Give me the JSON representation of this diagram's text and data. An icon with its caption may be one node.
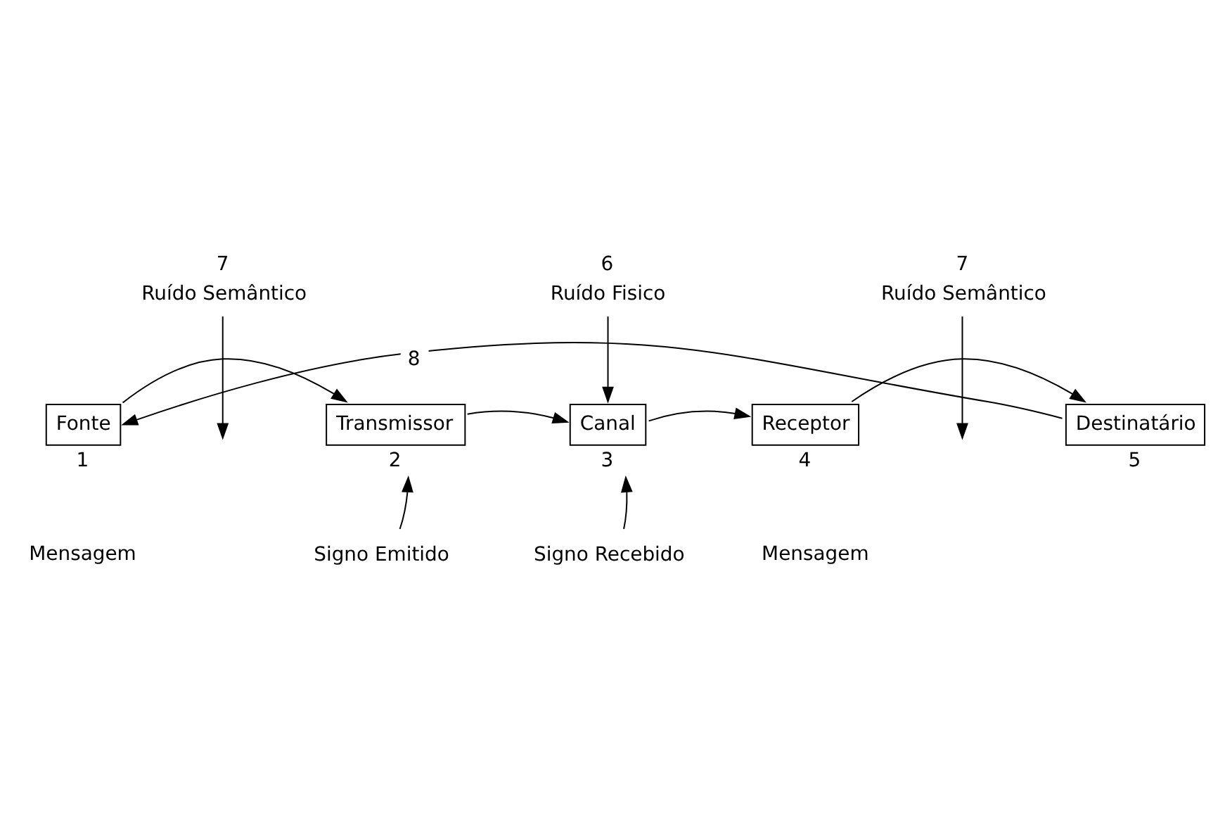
{
  "diagram": {
    "nodes": [
      {
        "text": [
          "Fonte"
        ],
        "beside": [
          "1"
        ]
      },
      {
        "text": [
          "Transmissor"
        ],
        "beside": [
          "2"
        ]
      },
      {
        "text": [
          "Canal"
        ],
        "beside": [
          "3"
        ]
      },
      {
        "text": [
          "Receptor"
        ],
        "beside": [
          "4"
        ]
      },
      {
        "text": [
          "Destinatário"
        ],
        "beside": [
          "5"
        ]
      },
      {
        "text": [
          "Ruído Semântico"
        ],
        "beside": [
          "7"
        ]
      },
      {
        "text": [
          "Ruído Fisico"
        ],
        "beside": [
          "6"
        ]
      },
      {
        "text": [
          "Ruído Semântico"
        ],
        "beside": [
          "7"
        ]
      },
      {
        "text": [
          "Signo Emitido"
        ]
      },
      {
        "text": [
          "Signo Recebido"
        ]
      }
    ],
    "edges": [
      {
        "from": 0,
        "to": 1,
        "arrow": "to"
      },
      {
        "from": 1,
        "to": 2,
        "arrow": "to"
      },
      {
        "from": 2,
        "to": 3,
        "arrow": "to"
      },
      {
        "from": 3,
        "to": 4,
        "arrow": "to"
      },
      {
        "from": 5,
        "to": null,
        "arrow": "to"
      },
      {
        "from": 6,
        "to": 2,
        "arrow": "to"
      },
      {
        "from": 7,
        "to": null,
        "arrow": "to"
      },
      {
        "from": 8,
        "to": 1,
        "arrow": "to"
      },
      {
        "from": 9,
        "to": 2,
        "arrow": "to"
      },
      {
        "from": 4,
        "to": 0,
        "arrow": "to",
        "label": "8"
      }
    ],
    "labels": [
      "Mensagem",
      "Mensagem"
    ]
  }
}
